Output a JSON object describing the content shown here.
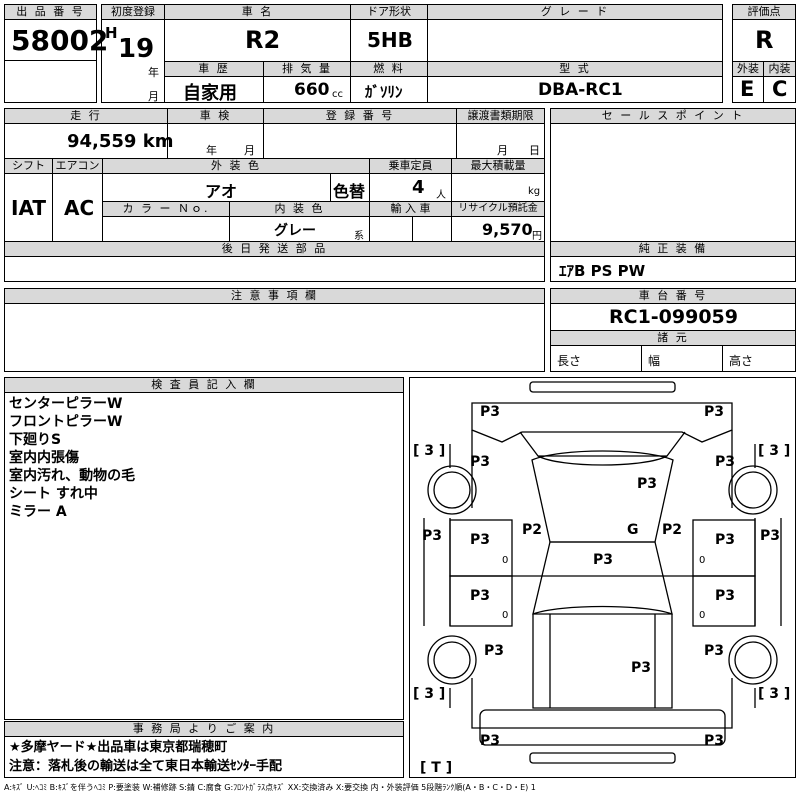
{
  "header_labels": {
    "lot_no": "出 品 番 号",
    "first_reg": "初度登録",
    "car_name": "車 名",
    "door": "ドア形状",
    "grade": "グ レ ー ド",
    "score": "評価点",
    "history": "車 歴",
    "displacement": "排 気 量",
    "fuel": "燃 料",
    "model": "型 式",
    "exterior": "外装",
    "interior": "内装",
    "mileage": "走 行",
    "inspection": "車 検",
    "reg_no": "登 録 番 号",
    "transfer_deadline": "譲渡書類期限",
    "sales_points": "セ ー ル ス ポ イ ン ト",
    "shift": "シフト",
    "aircon": "エアコン",
    "ext_color": "外 装 色",
    "capacity": "乗車定員",
    "max_load": "最大積載量",
    "color_no": "カ ラ ー Ｎｏ.",
    "int_color": "内 装 色",
    "import": "輸 入 車",
    "recycle": "リサイクル預託金",
    "later_parts": "後 日 発 送 部 品",
    "genuine_equip": "純 正 装 備",
    "notes": "注 意 事 項 欄",
    "chassis_no": "車 台 番 号",
    "dimensions": "諸 元",
    "inspector": "検 査 員 記 入 欄",
    "office": "事 務 局 よ り ご 案 内"
  },
  "lot_number": "58002",
  "era_prefix": "H",
  "first_reg_year": "19",
  "year_unit": "年",
  "month_unit": "月",
  "car_name": "R2",
  "door_type": "5HB",
  "grade": "",
  "score": "R",
  "history": "自家用",
  "displacement": "660",
  "displacement_unit": "cc",
  "fuel": "ｶﾞｿﾘﾝ",
  "model_code": "DBA-RC1",
  "exterior_grade": "E",
  "interior_grade": "C",
  "mileage": "94,559 km",
  "inspection_year_unit": "年",
  "inspection_month_unit": "月",
  "transfer_month": "月",
  "transfer_day": "日",
  "shift": "IAT",
  "aircon": "AC",
  "ext_color": "アオ",
  "color_change": "色替",
  "capacity": "4",
  "capacity_unit": "人",
  "max_load_unit": "kg",
  "int_color": "グレー",
  "int_color_suffix": "系",
  "recycle_fee": "9,570",
  "recycle_unit": "円",
  "genuine_equipment": "ｴｱB PS PW",
  "chassis_number": "RC1-099059",
  "dim_length": "長さ",
  "dim_width": "幅",
  "dim_height": "高さ",
  "inspector_notes": [
    "センターピラーW",
    "フロントピラーW",
    "下廻りS",
    "室内内張傷",
    "室内汚れ、動物の毛",
    "シート すれ中",
    "ミラー A"
  ],
  "office_notes": [
    "★多摩ヤード★出品車は東京都瑞穂町",
    "注意：落札後の輸送は全て東日本輸送ｾﾝﾀｰ手配"
  ],
  "legend": "A:ｷｽﾞ U:ﾍｺﾐ B:ｷｽﾞを伴うﾍｺﾐ P:要塗装 W:補修跡 S:錆 C:腐食 G:ﾌﾛﾝﾄｶﾞﾗｽ点ｷｽﾞ XX:交換済み X:要交換  内・外装評価 5段階ﾗﾝｸ順(A・B・C・D・E) 1",
  "diagram_marks": {
    "p3": "P3",
    "p2": "P2",
    "g": "G",
    "zero": "0",
    "bracket3": "[ 3 ]",
    "bracketT": "[ T ]"
  }
}
